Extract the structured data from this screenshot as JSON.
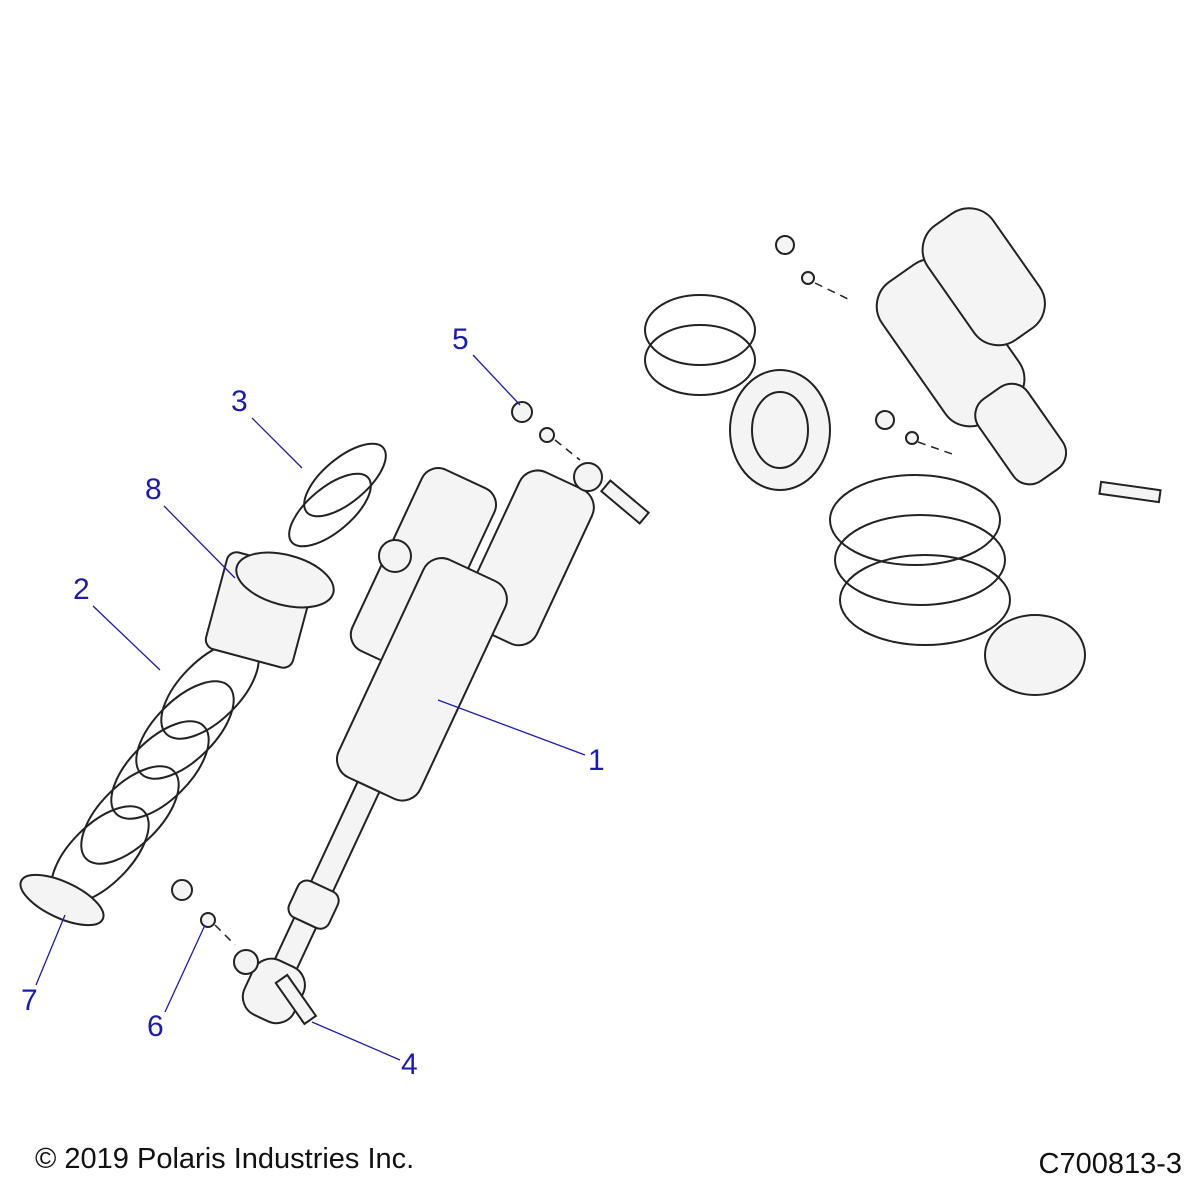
{
  "callouts": [
    {
      "id": "1",
      "label": "1"
    },
    {
      "id": "2",
      "label": "2"
    },
    {
      "id": "3",
      "label": "3"
    },
    {
      "id": "4",
      "label": "4"
    },
    {
      "id": "5",
      "label": "5"
    },
    {
      "id": "6",
      "label": "6"
    },
    {
      "id": "7",
      "label": "7"
    },
    {
      "id": "8",
      "label": "8"
    }
  ],
  "footer": {
    "copyright": "© 2019 Polaris Industries Inc.",
    "diagram_code": "C700813-3"
  },
  "colors": {
    "callout": "#1c1ca6",
    "outline": "#222222",
    "fill": "#f4f4f4"
  }
}
